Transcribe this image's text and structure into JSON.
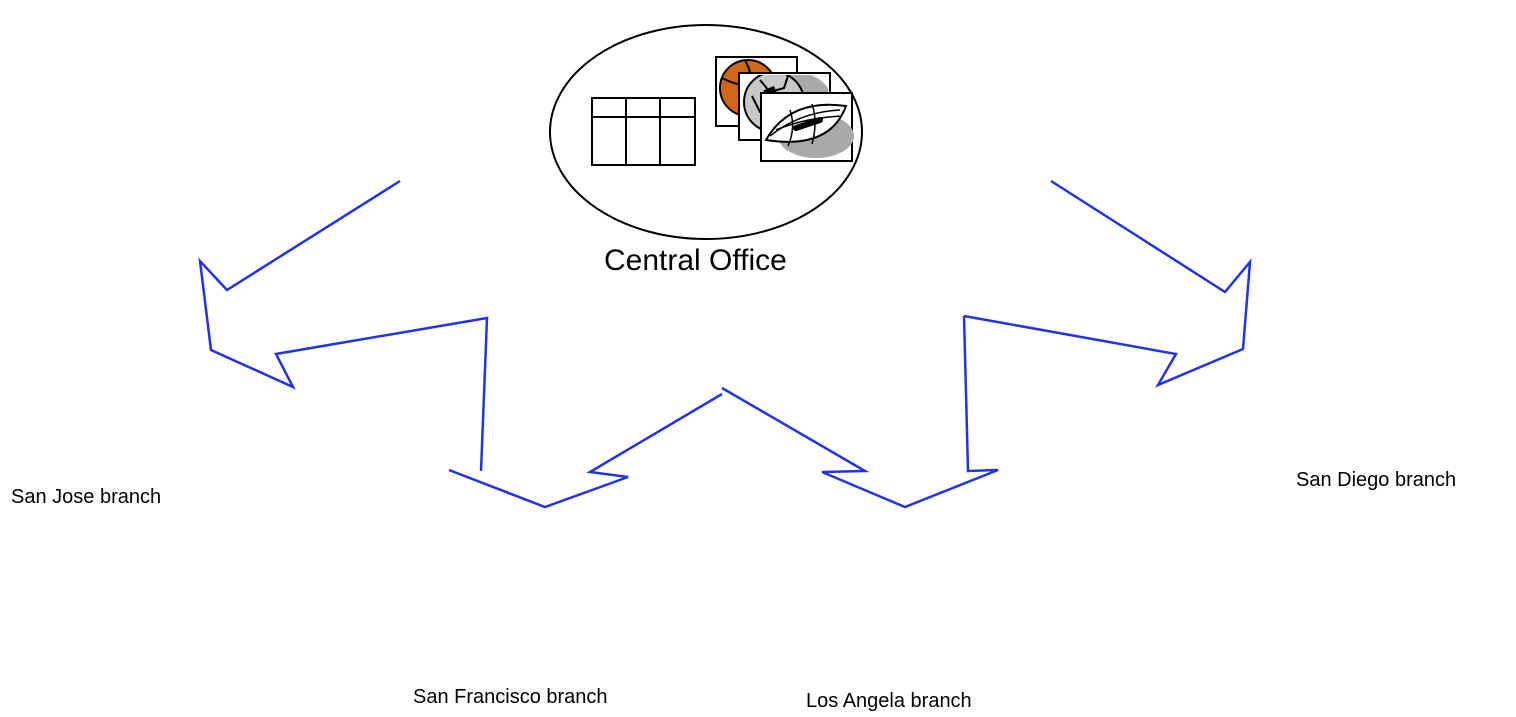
{
  "central_office": {
    "label": "Central Office",
    "icons": [
      "table-icon",
      "basketball-photo-icon",
      "soccer-ball-photo-icon",
      "football-photo-icon"
    ]
  },
  "branches": [
    {
      "id": "san-jose",
      "label": "San Jose branch"
    },
    {
      "id": "san-diego",
      "label": "San Diego branch"
    },
    {
      "id": "san-francisco",
      "label": "San Francisco branch"
    },
    {
      "id": "los-angela",
      "label": "Los Angela branch"
    }
  ],
  "colors": {
    "arrow": "#2332e6",
    "outline": "#000000",
    "background": "#ffffff",
    "basketball": "#d0661c",
    "shadow": "#a9a9a9"
  }
}
